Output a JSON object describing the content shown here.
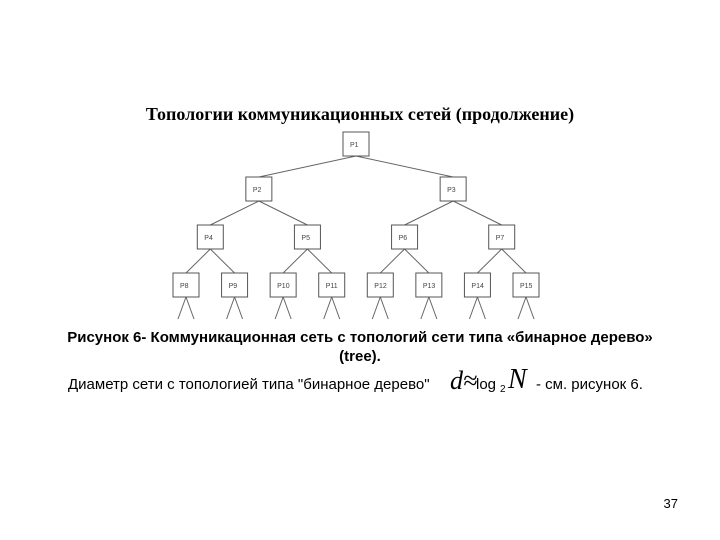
{
  "title": "Топологии коммуникационных сетей (продолжение)",
  "tree": {
    "levels": [
      [
        "P1"
      ],
      [
        "P2",
        "P3"
      ],
      [
        "P4",
        "P5",
        "P6",
        "P7"
      ],
      [
        "P8",
        "P9",
        "P10",
        "P11",
        "P12",
        "P13",
        "P14",
        "P15"
      ]
    ],
    "leaf_stub_edges": 2
  },
  "caption_line1": "Рисунок 6- Коммуникационная сеть с топологий сети типа «бинарное дерево»",
  "caption_line2": "(tree).",
  "formula": {
    "prefix": "Диаметр сети с топологией типа \"бинарное дерево\"",
    "d": "d≈",
    "log": "log",
    "base": "2",
    "N": "N",
    "suffix": "- см. рисунок 6."
  },
  "page_number": "37"
}
